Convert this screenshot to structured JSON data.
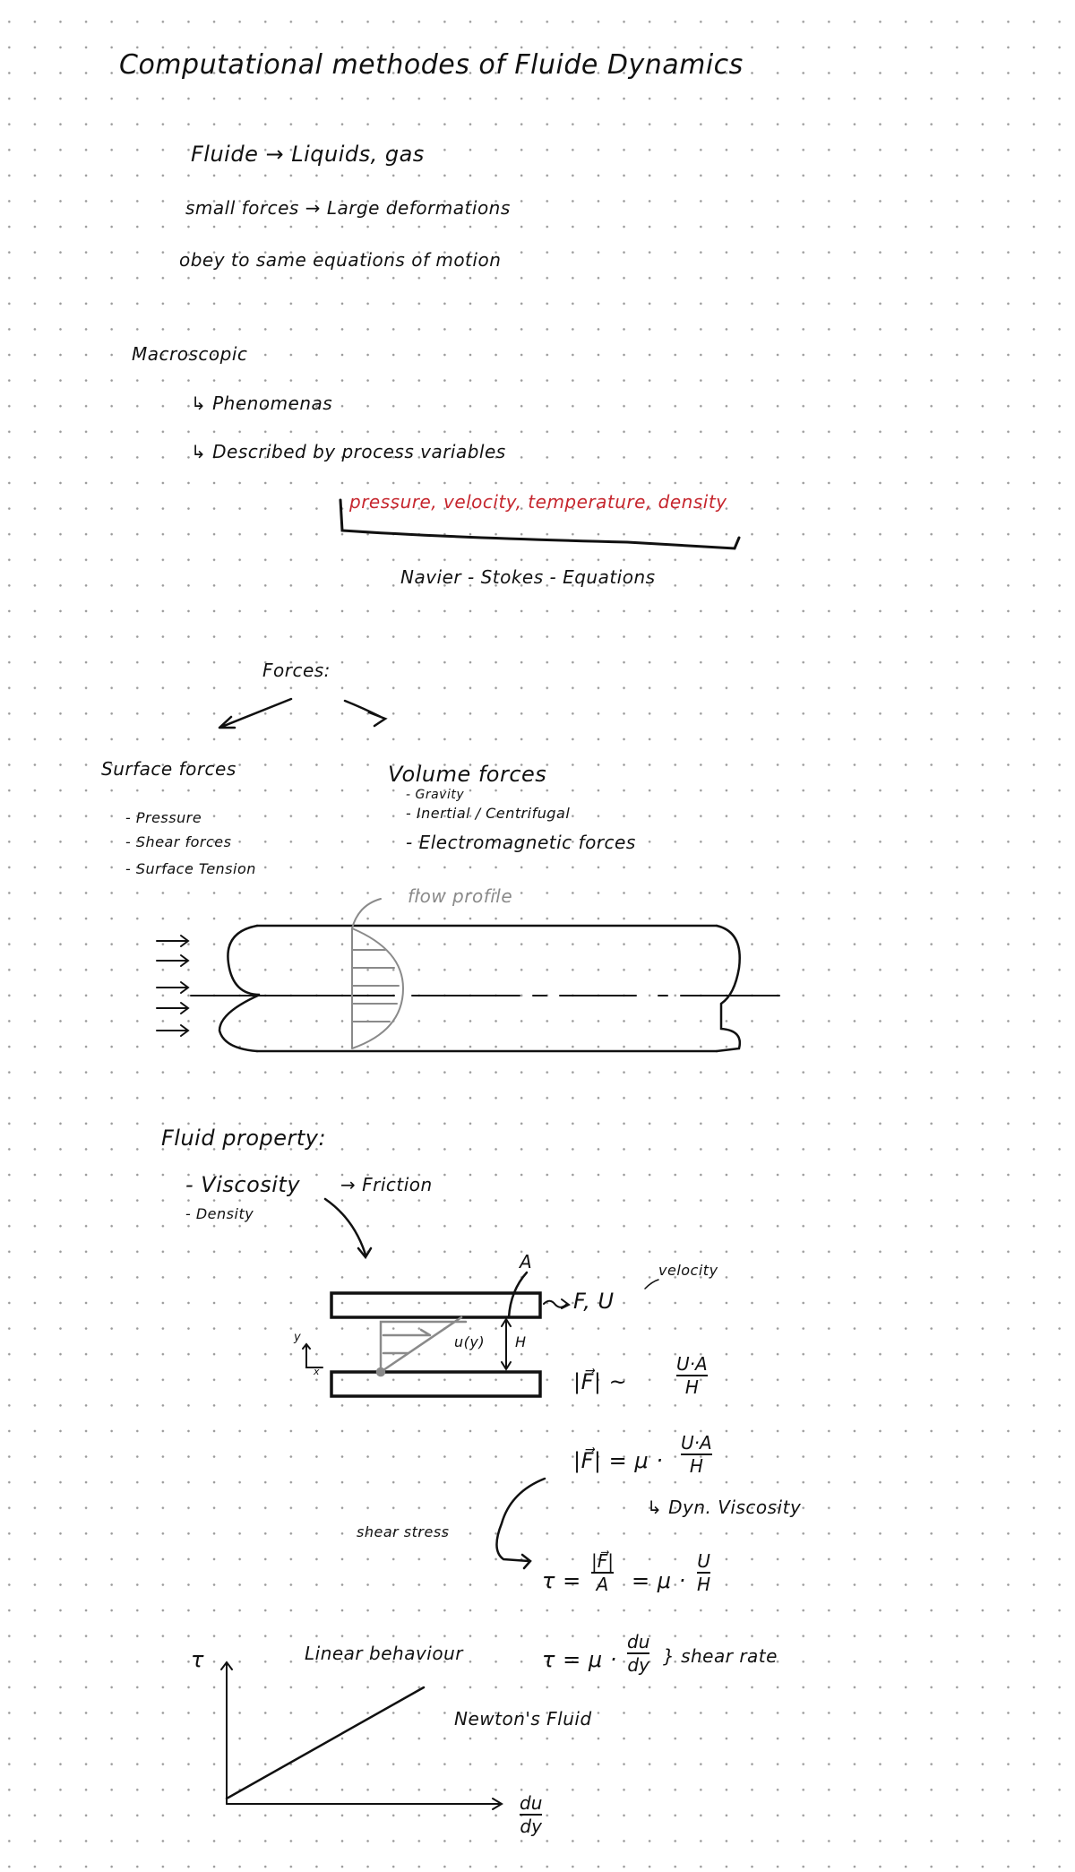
{
  "title": "Computational methodes of Fluide Dynamics",
  "intro": [
    "Fluide → Liquids, gas",
    "small forces → Large deformations",
    "obey to same equations of motion"
  ],
  "macro": {
    "heading": "Macroscopic",
    "items": [
      "↳ Phenomenas",
      "↳ Described by process variables"
    ],
    "variables": "pressure, velocity, temperature, density",
    "equations": "Navier - Stokes - Equations",
    "highlight_color": "#c6262e"
  },
  "forces": {
    "heading": "Forces:",
    "surface": {
      "heading": "Surface forces",
      "items": [
        "- Pressure",
        "- Shear forces",
        "- Surface Tension"
      ]
    },
    "volume": {
      "heading": "Volume forces",
      "items": [
        "- Gravity",
        "- Inertial / Centrifugal",
        "- Electromagnetic forces"
      ]
    }
  },
  "pipe": {
    "label": "flow profile"
  },
  "fluid_property": {
    "heading": "Fluid property:",
    "viscosity": "- Viscosity",
    "friction": "→ Friction",
    "density": "- Density"
  },
  "plates": {
    "area": "A",
    "force": "F, U",
    "velocity": "velocity",
    "profile": "u(y)",
    "gap": "H",
    "y_axis": "y",
    "x_axis": "x"
  },
  "formulas": {
    "prop": {
      "lhs": "|F⃗| ~",
      "num": "U·A",
      "den": "H"
    },
    "eq": {
      "lhs": "|F⃗| = μ ·",
      "num": "U·A",
      "den": "H"
    },
    "dyn_visc": "↳ Dyn. Viscosity",
    "shear_stress": "shear stress",
    "tau": {
      "lhs": "τ =",
      "num1": "|F⃗|",
      "den1": "A",
      "mid": "= μ ·",
      "num2": "U",
      "den2": "H"
    },
    "tau_rate": {
      "lhs": "τ = μ ·",
      "num": "du",
      "den": "dy",
      "rhs": "} shear rate"
    }
  },
  "graph": {
    "y_label": "τ",
    "x_num": "du",
    "x_den": "dy",
    "behaviour": "Linear behaviour",
    "fluid": "Newton's Fluid"
  }
}
